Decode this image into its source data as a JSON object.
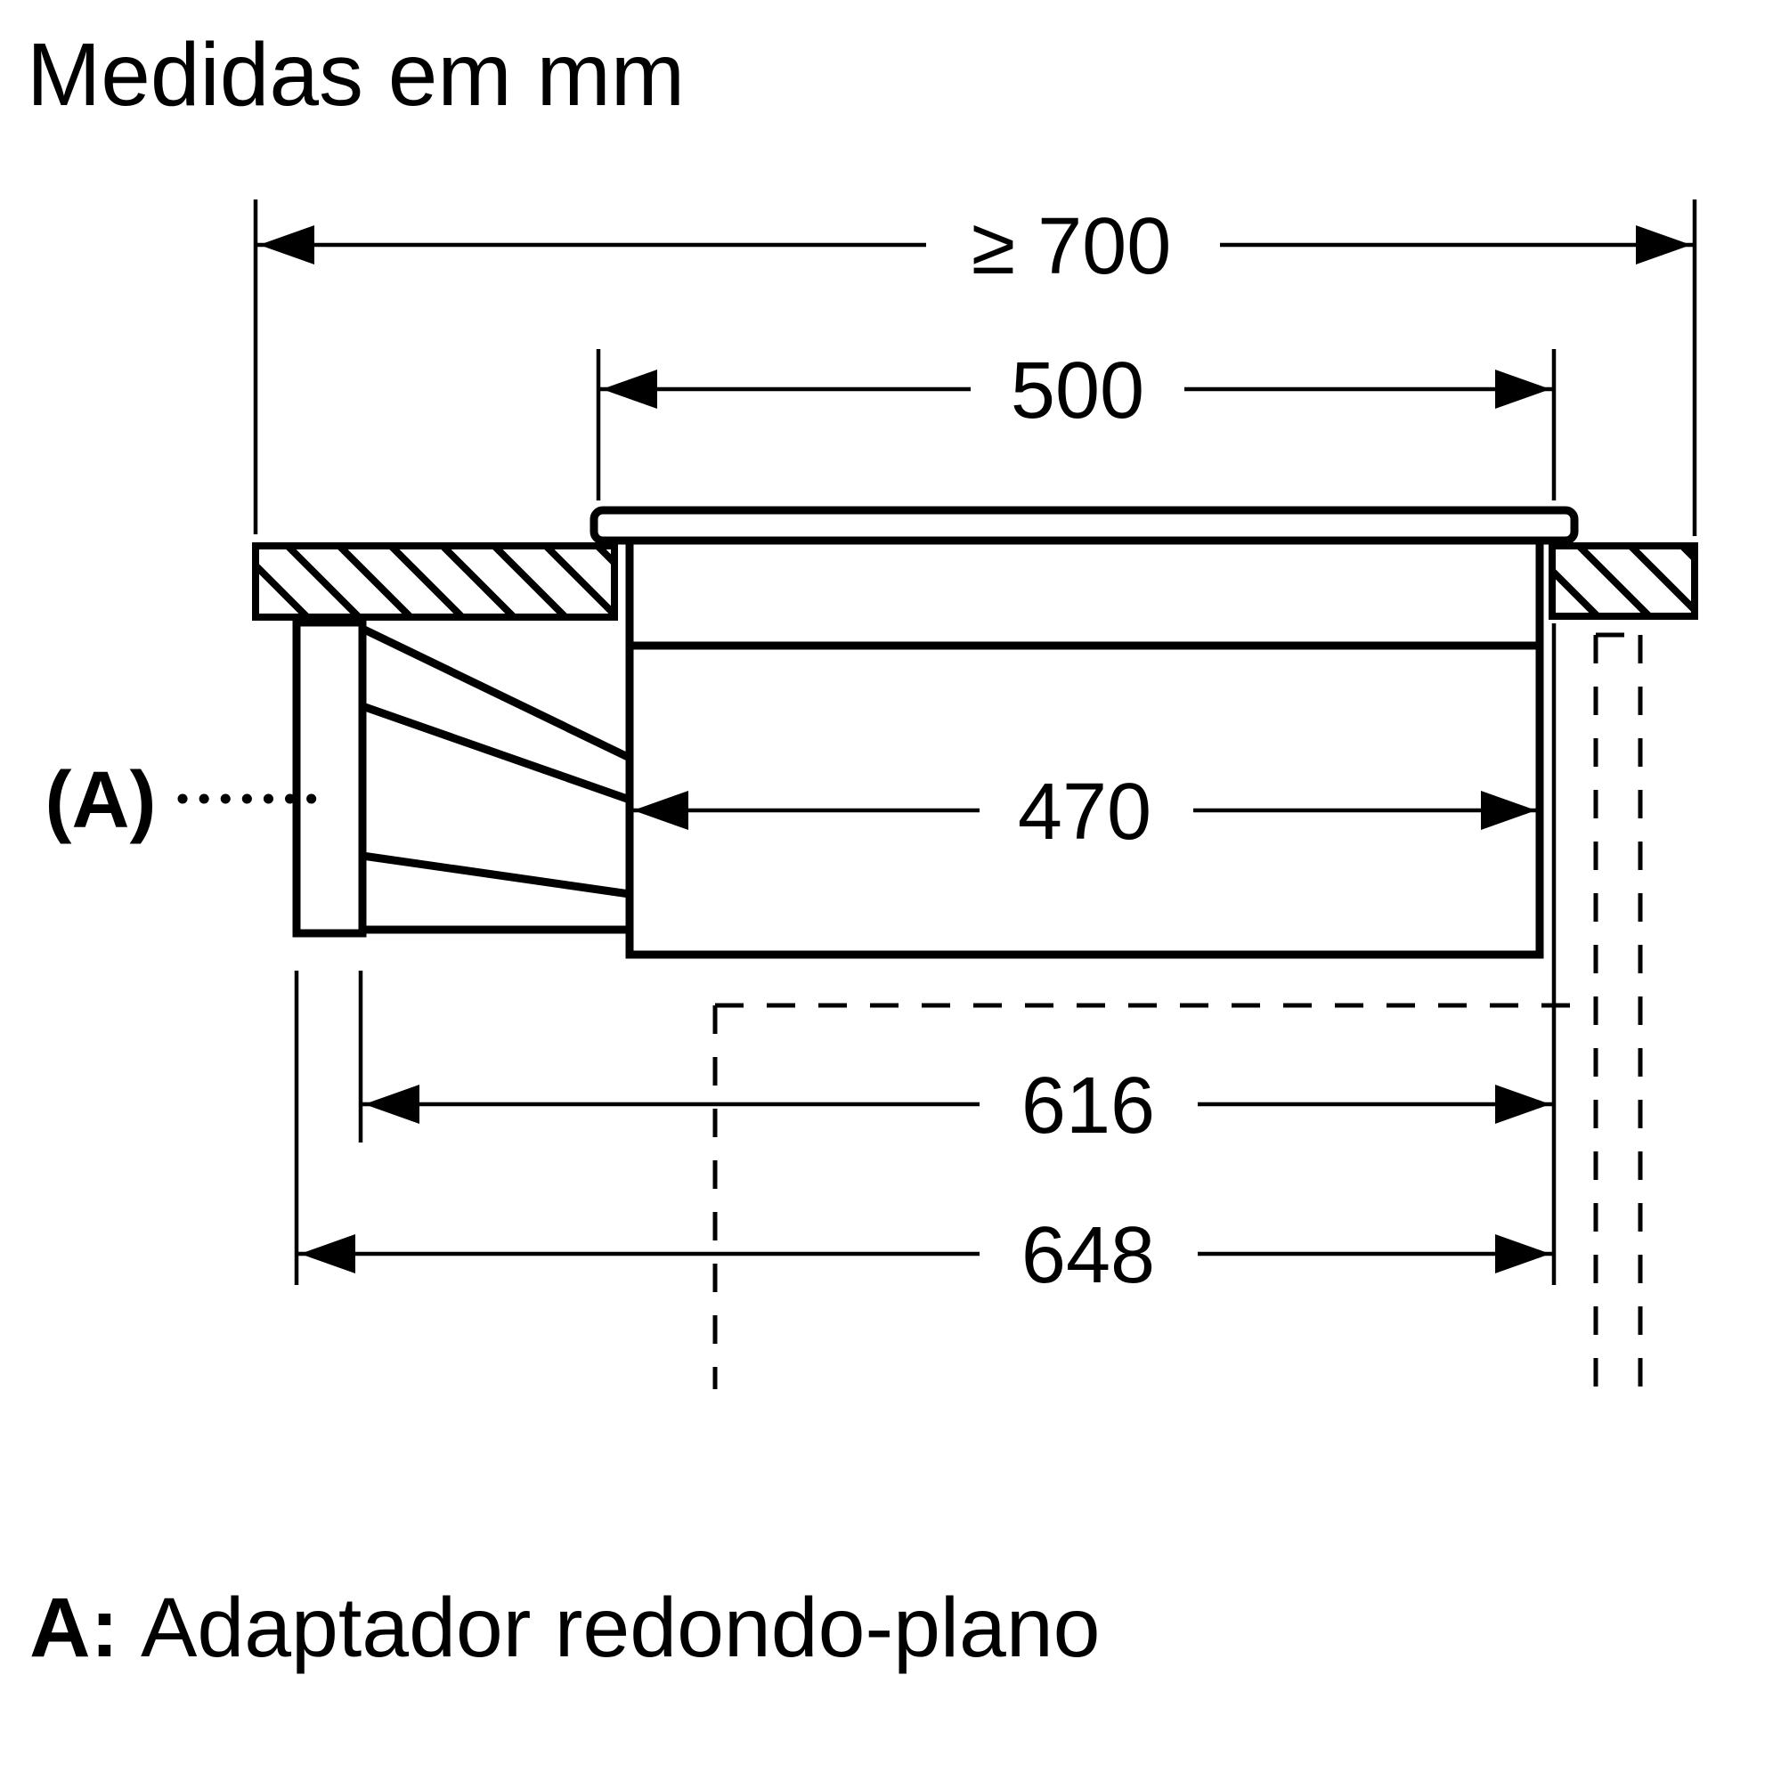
{
  "title": "Medidas em mm",
  "dimensions": {
    "dim_700": "≥ 700",
    "dim_500": "500",
    "dim_470": "470",
    "dim_616": "616",
    "dim_648": "648"
  },
  "callout": {
    "label": "(A)"
  },
  "legend": {
    "prefix": "A:",
    "description": "Adaptador redondo-plano"
  },
  "colors": {
    "ink": "#000000",
    "background": "#ffffff"
  }
}
